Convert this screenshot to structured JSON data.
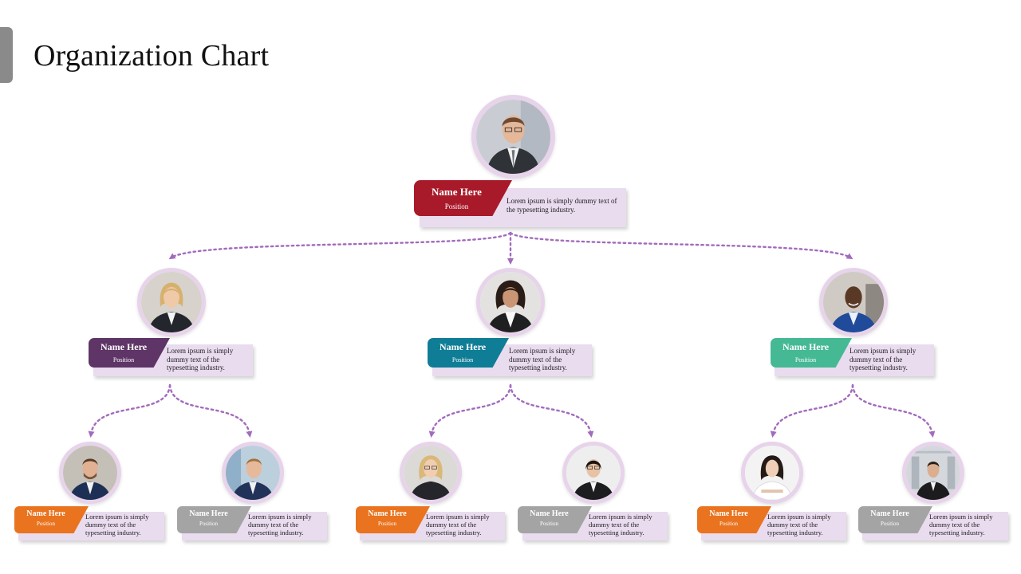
{
  "title": "Organization Chart",
  "colors": {
    "connector": "#a26bbd",
    "ring": "#e7d3ea",
    "desc_bg": "#e9dcef",
    "red": "#a8192a",
    "purple": "#5e3566",
    "teal": "#0f7d96",
    "green": "#45b994",
    "orange": "#e9731e",
    "gray": "#a4a4a4"
  },
  "top": {
    "name": "Name Here",
    "position": "Position",
    "text": "Lorem ipsum is simply dummy text of the typesetting industry."
  },
  "managers": [
    {
      "name": "Name Here",
      "position": "Position",
      "text": "Lorem ipsum is simply dummy text of the typesetting industry."
    },
    {
      "name": "Name Here",
      "position": "Position",
      "text": "Lorem ipsum is simply dummy text of the typesetting industry."
    },
    {
      "name": "Name Here",
      "position": "Position",
      "text": "Lorem ipsum is simply dummy text of the typesetting industry."
    }
  ],
  "staff": [
    {
      "name": "Name Here",
      "position": "Position",
      "text": "Lorem ipsum is simply dummy text of the typesetting industry."
    },
    {
      "name": "Name Here",
      "position": "Position",
      "text": "Lorem ipsum is simply dummy text of the typesetting industry."
    },
    {
      "name": "Name Here",
      "position": "Position",
      "text": "Lorem ipsum is simply dummy text of the typesetting industry."
    },
    {
      "name": "Name Here",
      "position": "Position",
      "text": "Lorem ipsum is simply dummy text of the typesetting industry."
    },
    {
      "name": "Name Here",
      "position": "Position",
      "text": "Lorem ipsum is simply dummy text of the typesetting industry."
    },
    {
      "name": "Name Here",
      "position": "Position",
      "text": "Lorem ipsum is simply dummy text of the typesetting industry."
    }
  ]
}
